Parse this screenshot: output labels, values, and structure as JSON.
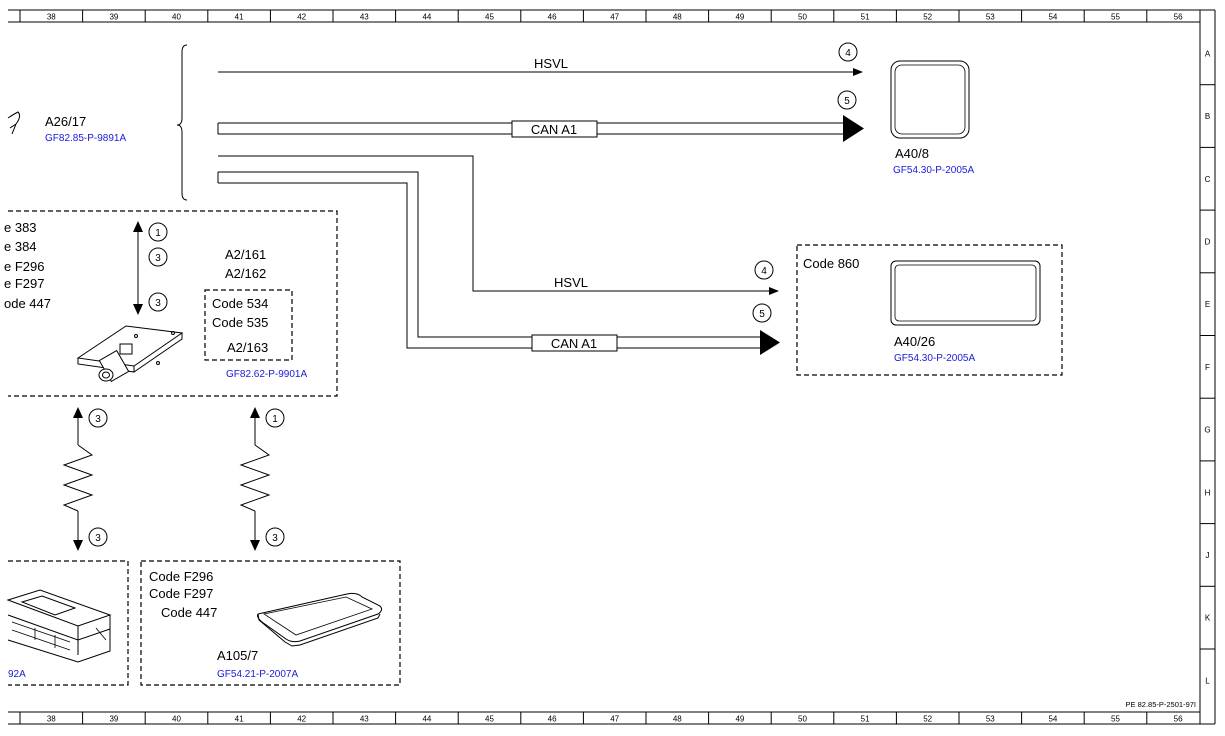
{
  "frame": {
    "columns": [
      "38",
      "39",
      "40",
      "41",
      "42",
      "43",
      "44",
      "45",
      "46",
      "47",
      "48",
      "49",
      "50",
      "51",
      "52",
      "53",
      "54",
      "55",
      "56"
    ],
    "rows": [
      "A",
      "B",
      "C",
      "D",
      "E",
      "F",
      "G",
      "H",
      "J",
      "K",
      "L"
    ],
    "document_id": "PE 82.85-P-2501-97I"
  },
  "components": {
    "a26_17": {
      "label": "A26/17",
      "ref": "GF82.85-P-9891A"
    },
    "a40_8": {
      "label": "A40/8",
      "ref": "GF54.30-P-2005A"
    },
    "a40_26": {
      "label": "A40/26",
      "ref": "GF54.30-P-2005A",
      "code": "Code 860"
    },
    "a2_group": {
      "codes": [
        "e 383",
        "e 384",
        "e F296",
        "e F297",
        "ode 447"
      ],
      "label_161": "A2/161",
      "label_162": "A2/162",
      "inner_codes": [
        "Code 534",
        "Code 535"
      ],
      "label_163": "A2/163",
      "ref": "GF82.62-P-9901A"
    },
    "left_bottom": {
      "ref": "92A"
    },
    "a105_7": {
      "codes": [
        "Code F296",
        "Code F297",
        "Code 447"
      ],
      "label": "A105/7",
      "ref": "GF54.21-P-2007A"
    }
  },
  "wires": {
    "hsvl_top": "HSVL",
    "can_top": "CAN A1",
    "hsvl_mid": "HSVL",
    "can_mid": "CAN A1"
  },
  "markers": {
    "m4_top": "4",
    "m5_top": "5",
    "m4_mid": "4",
    "m5_mid": "5",
    "m1_a": "1",
    "m3_a": "3",
    "m3_b": "3",
    "m3_c": "3",
    "m3_d": "3",
    "m1_b": "1",
    "m3_e": "3"
  }
}
